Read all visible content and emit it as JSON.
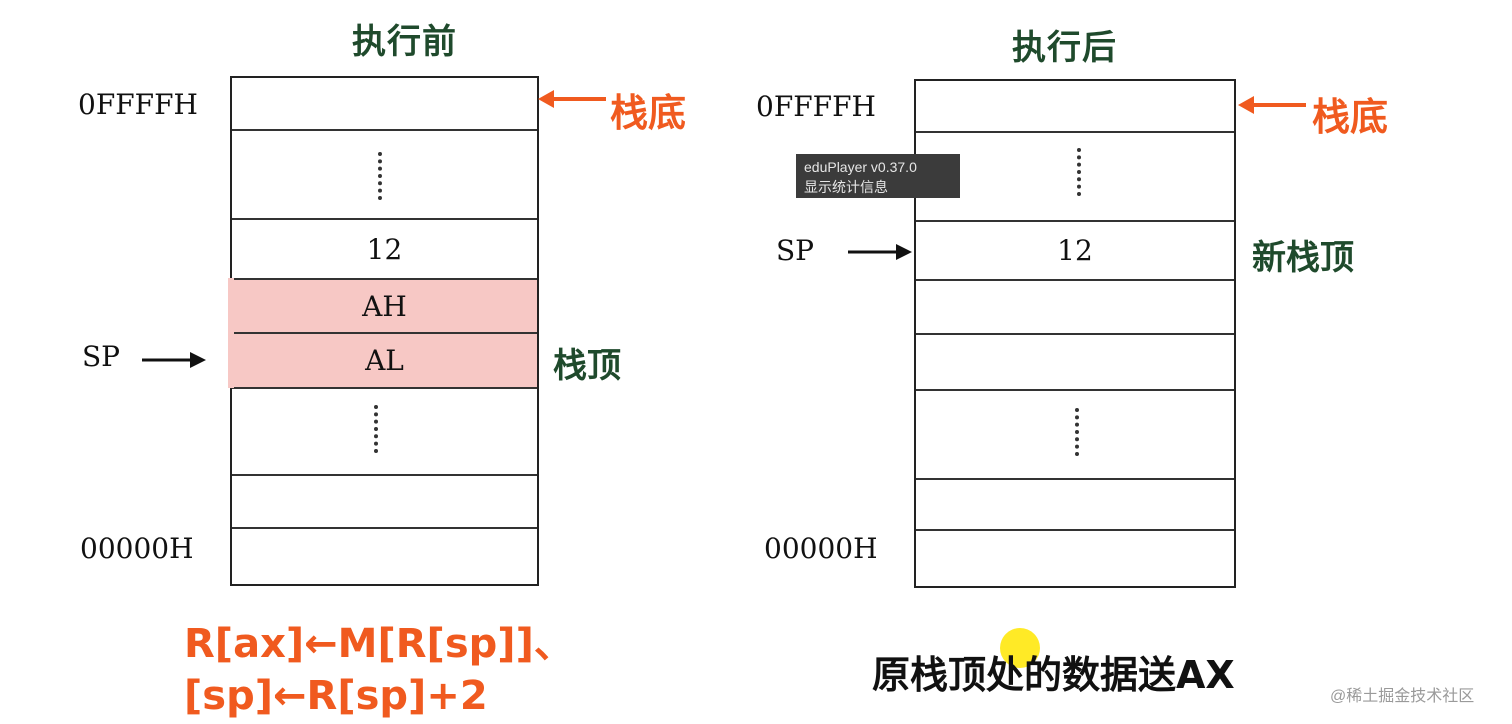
{
  "before": {
    "title": "执行前",
    "addr_top": "0FFFFH",
    "addr_bottom": "00000H",
    "cells": [
      "12",
      "AH",
      "AL"
    ],
    "sp_label": "SP",
    "bottom_label": "栈底",
    "top_label": "栈顶",
    "formula_line1": "R[ax]←M[R[sp]]、",
    "formula_line2": "[sp]←R[sp]+2"
  },
  "after": {
    "title": "执行后",
    "addr_top": "0FFFFH",
    "addr_bottom": "00000H",
    "cells": [
      "12"
    ],
    "sp_label": "SP",
    "bottom_label": "栈底",
    "new_top_label": "新栈顶",
    "caption": "原栈顶处的数据送AX"
  },
  "overlay": {
    "line1": "eduPlayer v0.37.0",
    "line2": "显示统计信息"
  },
  "watermark": "@稀土掘金技术社区",
  "colors": {
    "highlight": "#f7c8c5",
    "orange": "#f05a1f",
    "green": "#1f4a2c"
  }
}
